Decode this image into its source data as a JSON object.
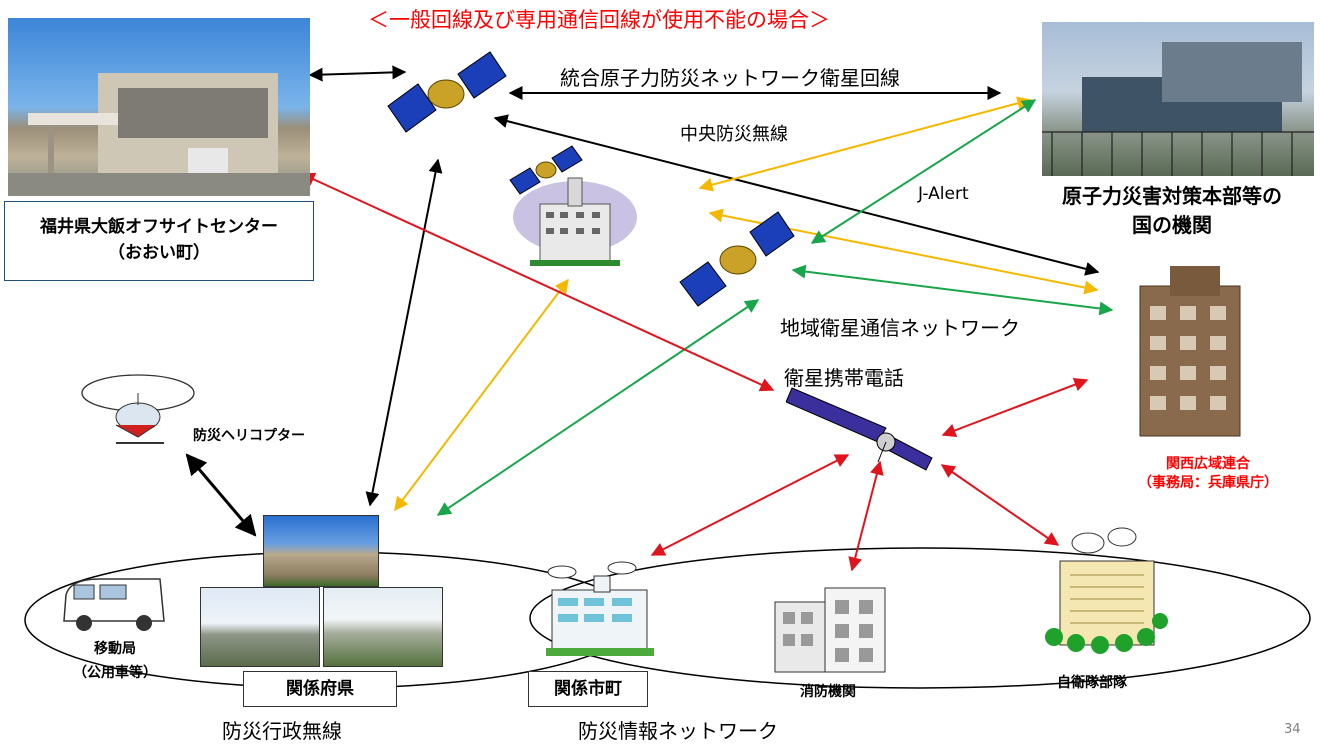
{
  "header": "＜一般回線及び専用通信回線が使用不能の場合＞",
  "colors": {
    "header": "#ff0000",
    "black_link": "#000000",
    "yellow_link": "#f5b800",
    "green_link": "#19a64a",
    "red_link": "#e0141c",
    "kansai_label": "#ff0000"
  },
  "labels": {
    "integrated_satellite": "統合原子力防災ネットワーク衛星回線",
    "central_radio": "中央防災無線",
    "jalert": "J-Alert",
    "regional_satellite": "地域衛星通信ネットワーク",
    "satellite_phone": "衛星携帯電話",
    "nuclear_hq": "原子力災害対策本部等の\n国の機関",
    "offsite_center": "福井県大飯オフサイトセンター\n（おおい町）",
    "kansai": "関西広域連合\n（事務局：兵庫県庁）",
    "helicopter": "防災ヘリコプター",
    "mobile_station": "移動局\n（公用車等）",
    "prefecture": "関係府県",
    "municipality": "関係市町",
    "fire_dept": "消防機関",
    "sdf": "自衛隊部隊",
    "admin_radio": "防災行政無線",
    "info_network": "防災情報ネットワーク",
    "page_number": "34"
  },
  "icons": [
    "building-photo-icon",
    "satellite-icon",
    "government-building-icon",
    "helicopter-icon",
    "van-icon",
    "city-hall-icon",
    "fire-station-icon",
    "sdf-antenna-building-icon"
  ]
}
